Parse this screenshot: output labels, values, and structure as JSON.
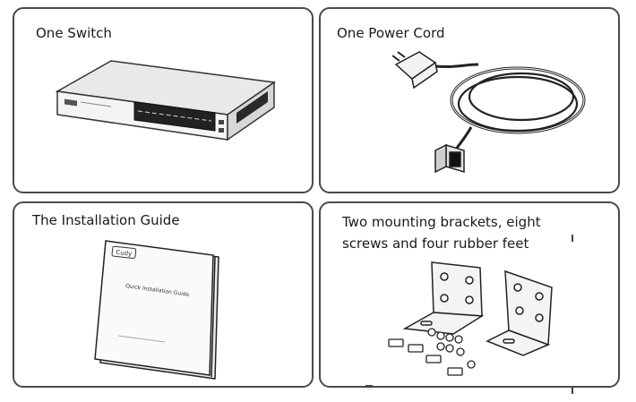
{
  "panels": {
    "switch": {
      "label": "One Switch"
    },
    "power_cord": {
      "label": "One Power Cord"
    },
    "guide": {
      "label": "The Installation Guide",
      "book_title": "Quick Installation Guide",
      "book_brand": "Cudy"
    },
    "brackets": {
      "label_line1": "Two mounting brackets, eight",
      "label_line2": "screws and four rubber feet"
    }
  }
}
